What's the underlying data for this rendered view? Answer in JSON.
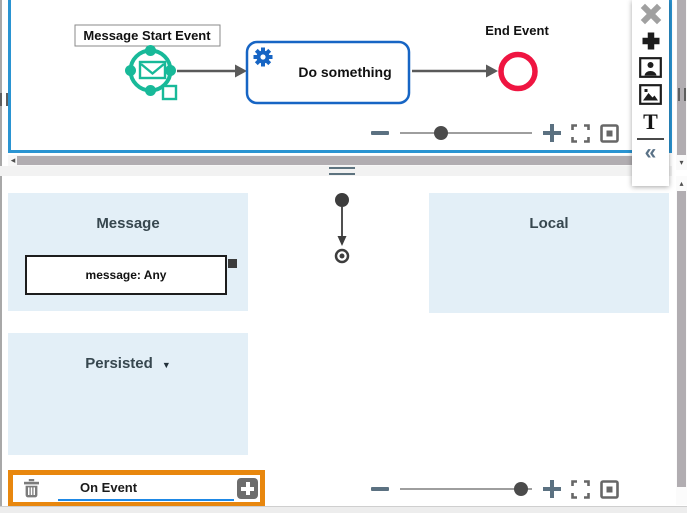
{
  "diagram": {
    "start_event_label": "Message Start Event",
    "task_label": "Do something",
    "end_event_label": "End Event"
  },
  "panels": {
    "message": {
      "title": "Message",
      "item_label": "message: Any"
    },
    "local": {
      "title": "Local"
    },
    "persisted": {
      "title": "Persisted",
      "dropdown_glyph": "▼"
    }
  },
  "event_row": {
    "label": "On Event"
  },
  "palette": {
    "text_tool_glyph": "T",
    "collapse_glyph": "«",
    "icons": [
      "close-icon",
      "add-icon",
      "user-image-icon",
      "image-icon",
      "text-tool",
      "collapse-panel"
    ]
  },
  "zoom": {
    "top": {
      "dot_style": "left:31%"
    },
    "bottom": {
      "dot_style": "left:92%"
    }
  },
  "scrollbars": {
    "left_arrow_glyph": "◂",
    "down_arrow_glyph": "▾",
    "up_arrow_glyph": "▴"
  },
  "colors": {
    "canvas_border": "#2a94d2",
    "event_teal": "#18b999",
    "task_blue": "#1765c4",
    "end_event_red": "#ef1541",
    "panel_blue": "#e3eff7",
    "highlight_orange": "#e8870e",
    "input_underline_blue": "#1e88e5"
  }
}
